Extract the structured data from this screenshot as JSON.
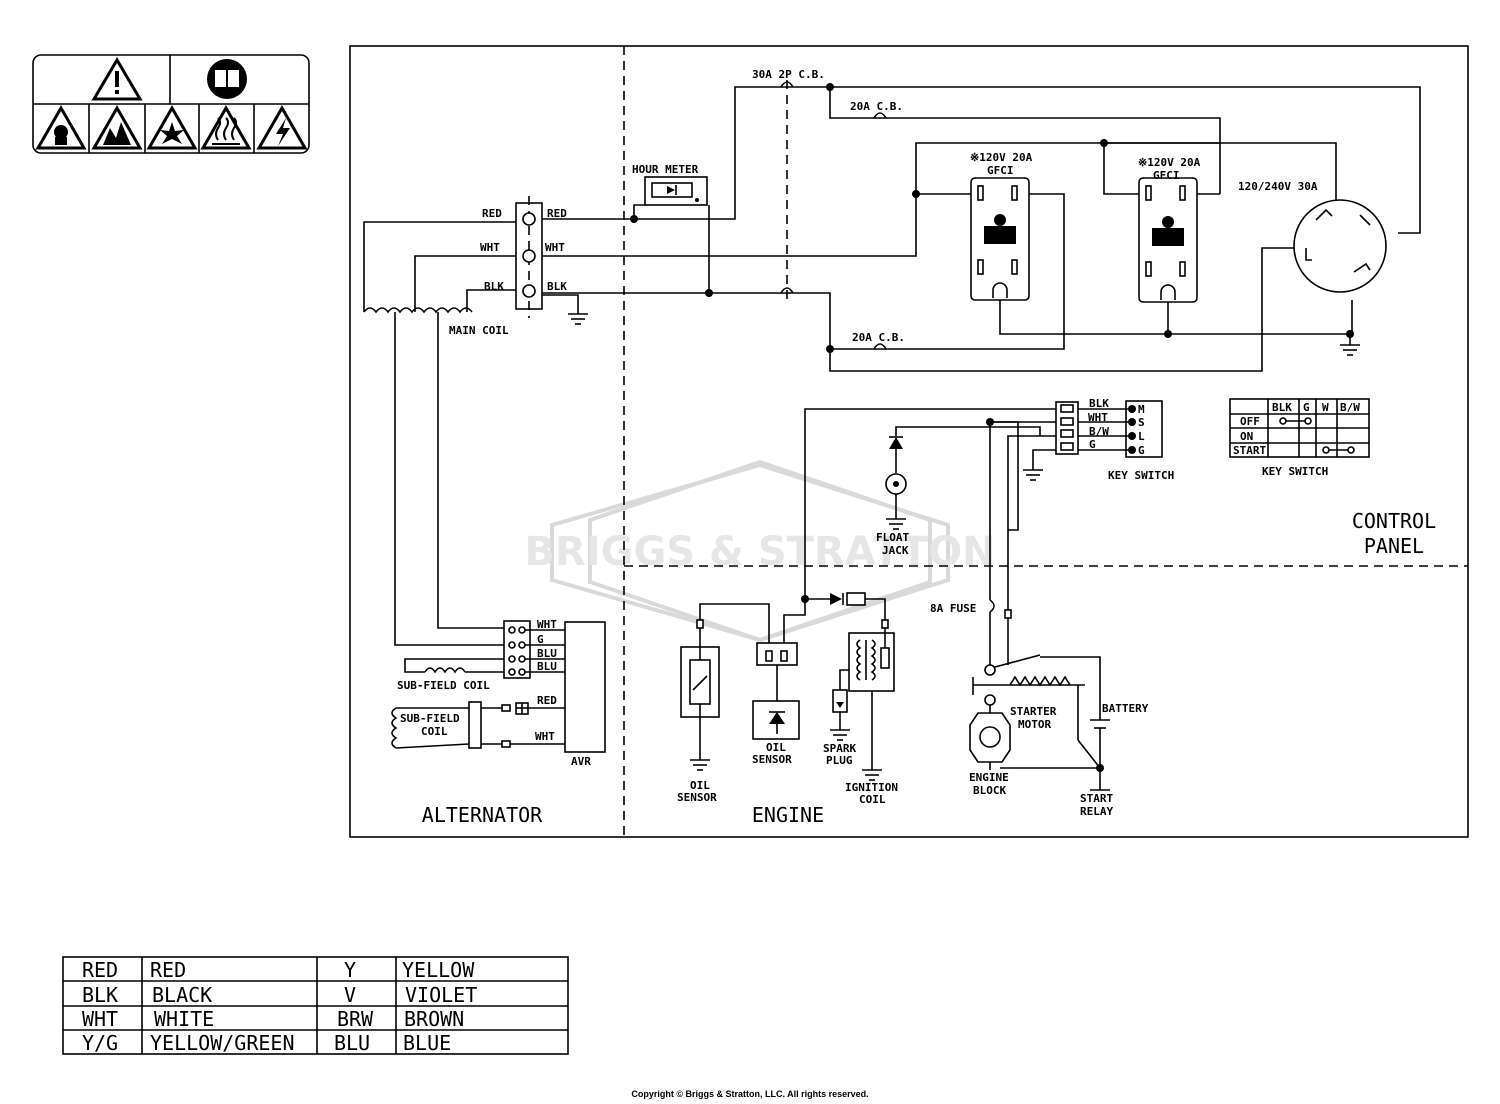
{
  "sections": {
    "alternator": "ALTERNATOR",
    "engine": "ENGINE",
    "control_panel_line1": "CONTROL",
    "control_panel_line2": "PANEL"
  },
  "watermark": "BRIGGS & STRATTON",
  "labels": {
    "red": "RED",
    "wht": "WHT",
    "blk": "BLK",
    "blu": "BLU",
    "g": "G",
    "bw": "B/W",
    "main_coil": "MAIN COIL",
    "hour_meter": "HOUR METER",
    "cb_30a": "30A 2P C.B.",
    "cb_20a": "20A C.B.",
    "gfci_rating": "※120V 20A",
    "gfci": "GFCI",
    "twist_lock": "120/240V 30A",
    "key_switch": "KEY SWITCH",
    "ks_m": "M",
    "ks_s": "S",
    "ks_l": "L",
    "ks_g": "G",
    "float_jack_1": "FLOAT",
    "float_jack_2": "JACK",
    "fuse_8a": "8A FUSE",
    "sub_field_coil": "SUB-FIELD COIL",
    "sub_field_1": "SUB-FIELD",
    "sub_field_2": "COIL",
    "avr": "AVR",
    "oil_1": "OIL",
    "sensor": "SENSOR",
    "spark_1": "SPARK",
    "spark_2": "PLUG",
    "ignition_1": "IGNITION",
    "ignition_2": "COIL",
    "starter_1": "STARTER",
    "starter_2": "MOTOR",
    "battery": "BATTERY",
    "engine_block_1": "ENGINE",
    "engine_block_2": "BLOCK",
    "start_relay_1": "START",
    "start_relay_2": "RELAY"
  },
  "key_switch_table": {
    "headers": [
      "BLK",
      "G",
      "W",
      "B/W"
    ],
    "rows": [
      "OFF",
      "ON",
      "START"
    ]
  },
  "legend": [
    [
      "RED",
      "RED",
      "Y",
      "YELLOW"
    ],
    [
      "BLK",
      "BLACK",
      "V",
      "VIOLET"
    ],
    [
      "WHT",
      "WHITE",
      "BRW",
      "BROWN"
    ],
    [
      "Y/G",
      "YELLOW/GREEN",
      "BLU",
      "BLUE"
    ]
  ],
  "copyright": "Copyright © Briggs & Stratton, LLC. All rights reserved."
}
